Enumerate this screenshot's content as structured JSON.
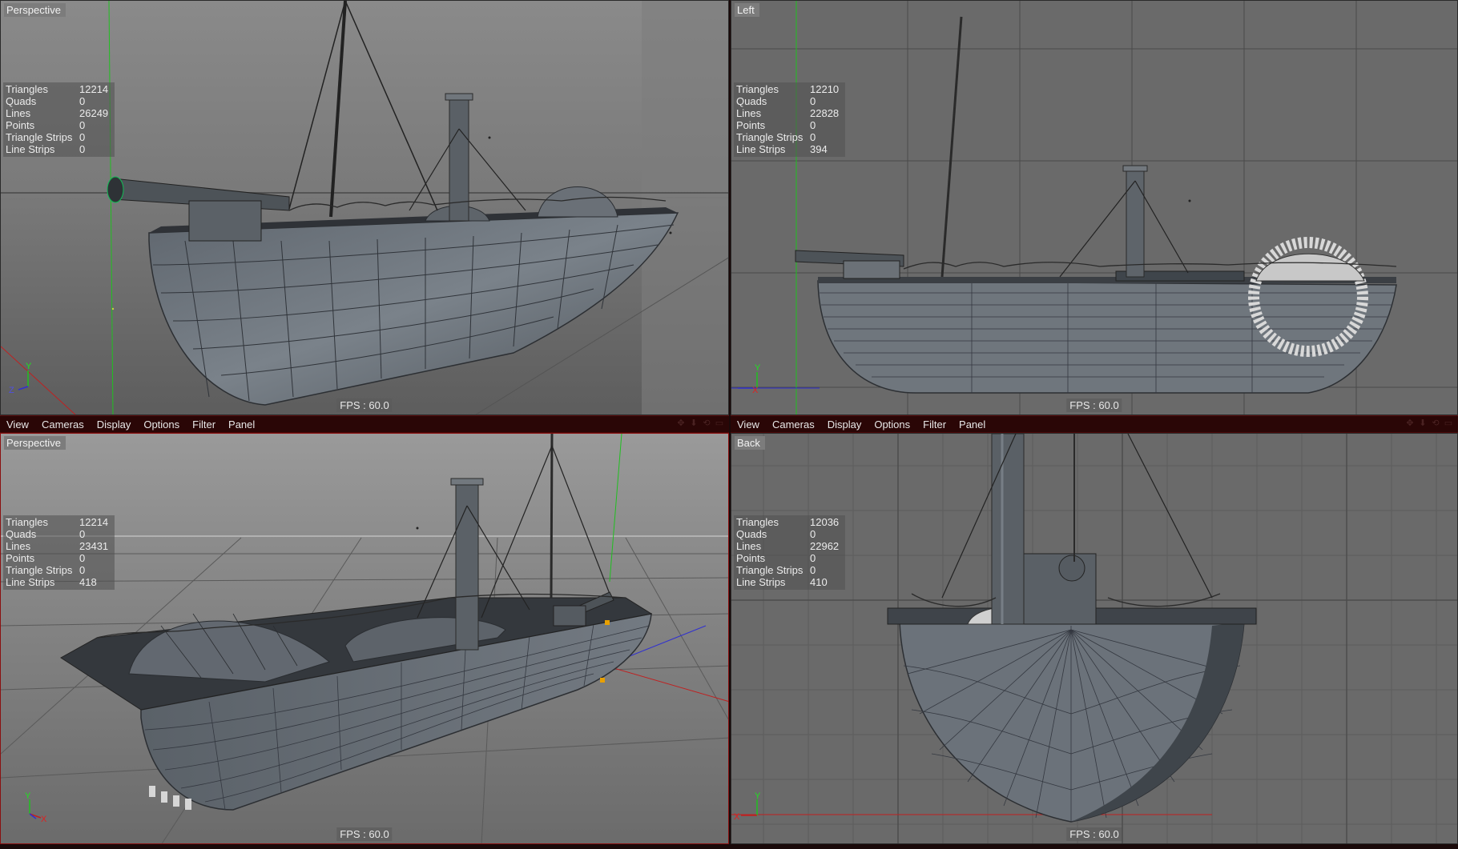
{
  "menubar": {
    "items": [
      "View",
      "Cameras",
      "Display",
      "Options",
      "Filter",
      "Panel"
    ]
  },
  "viewports": {
    "top_left": {
      "label": "Perspective",
      "fps": "FPS : 60.0",
      "stats": [
        {
          "name": "Triangles",
          "value": "12214"
        },
        {
          "name": "Quads",
          "value": "0"
        },
        {
          "name": "Lines",
          "value": "26249"
        },
        {
          "name": "Points",
          "value": "0"
        },
        {
          "name": "Triangle Strips",
          "value": "0"
        },
        {
          "name": "Line Strips",
          "value": "0"
        }
      ]
    },
    "top_right": {
      "label": "Left",
      "fps": "FPS : 60.0",
      "stats": [
        {
          "name": "Triangles",
          "value": "12210"
        },
        {
          "name": "Quads",
          "value": "0"
        },
        {
          "name": "Lines",
          "value": "22828"
        },
        {
          "name": "Points",
          "value": "0"
        },
        {
          "name": "Triangle Strips",
          "value": "0"
        },
        {
          "name": "Line Strips",
          "value": "394"
        }
      ]
    },
    "bottom_left": {
      "label": "Perspective",
      "fps": "FPS : 60.0",
      "stats": [
        {
          "name": "Triangles",
          "value": "12214"
        },
        {
          "name": "Quads",
          "value": "0"
        },
        {
          "name": "Lines",
          "value": "23431"
        },
        {
          "name": "Points",
          "value": "0"
        },
        {
          "name": "Triangle Strips",
          "value": "0"
        },
        {
          "name": "Line Strips",
          "value": "418"
        }
      ]
    },
    "bottom_right": {
      "label": "Back",
      "fps": "FPS : 60.0",
      "stats": [
        {
          "name": "Triangles",
          "value": "12036"
        },
        {
          "name": "Quads",
          "value": "0"
        },
        {
          "name": "Lines",
          "value": "22962"
        },
        {
          "name": "Points",
          "value": "0"
        },
        {
          "name": "Triangle Strips",
          "value": "0"
        },
        {
          "name": "Line Strips",
          "value": "410"
        }
      ]
    }
  },
  "axis_labels": {
    "x": "X",
    "y": "Y",
    "z": "Z"
  },
  "colors": {
    "viewport_bg": "#6b6b6b",
    "menubar_bg": "#2a0606",
    "active_border": "#8a1010",
    "axis_x": "#d02020",
    "axis_y": "#20c020",
    "axis_z": "#3030d0"
  },
  "icons": [
    "arrow-icon",
    "arrow-down-icon",
    "camera-icon",
    "window-icon"
  ]
}
